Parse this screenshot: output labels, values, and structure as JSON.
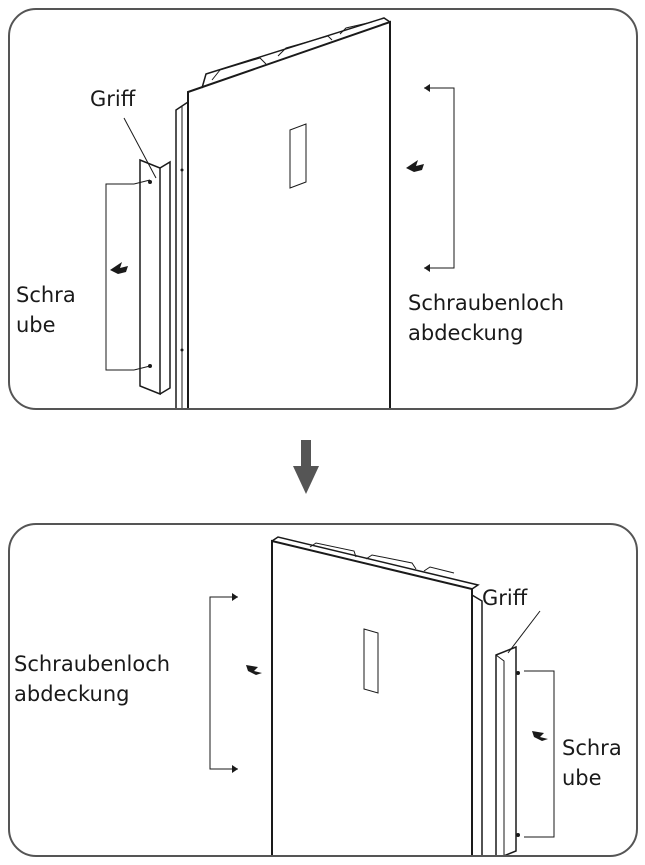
{
  "top_panel": {
    "handle_label": "Griff",
    "screw_label": [
      "Schra",
      "ube"
    ],
    "cover_label": [
      "Schraubenloch",
      "abdeckung"
    ]
  },
  "bottom_panel": {
    "handle_label": "Griff",
    "screw_label": [
      "Schra",
      "ube"
    ],
    "cover_label": [
      "Schraubenloch",
      "abdeckung"
    ]
  },
  "colors": {
    "line": "#1a1a1a",
    "frame": "#555555",
    "arrow": "#555555"
  }
}
